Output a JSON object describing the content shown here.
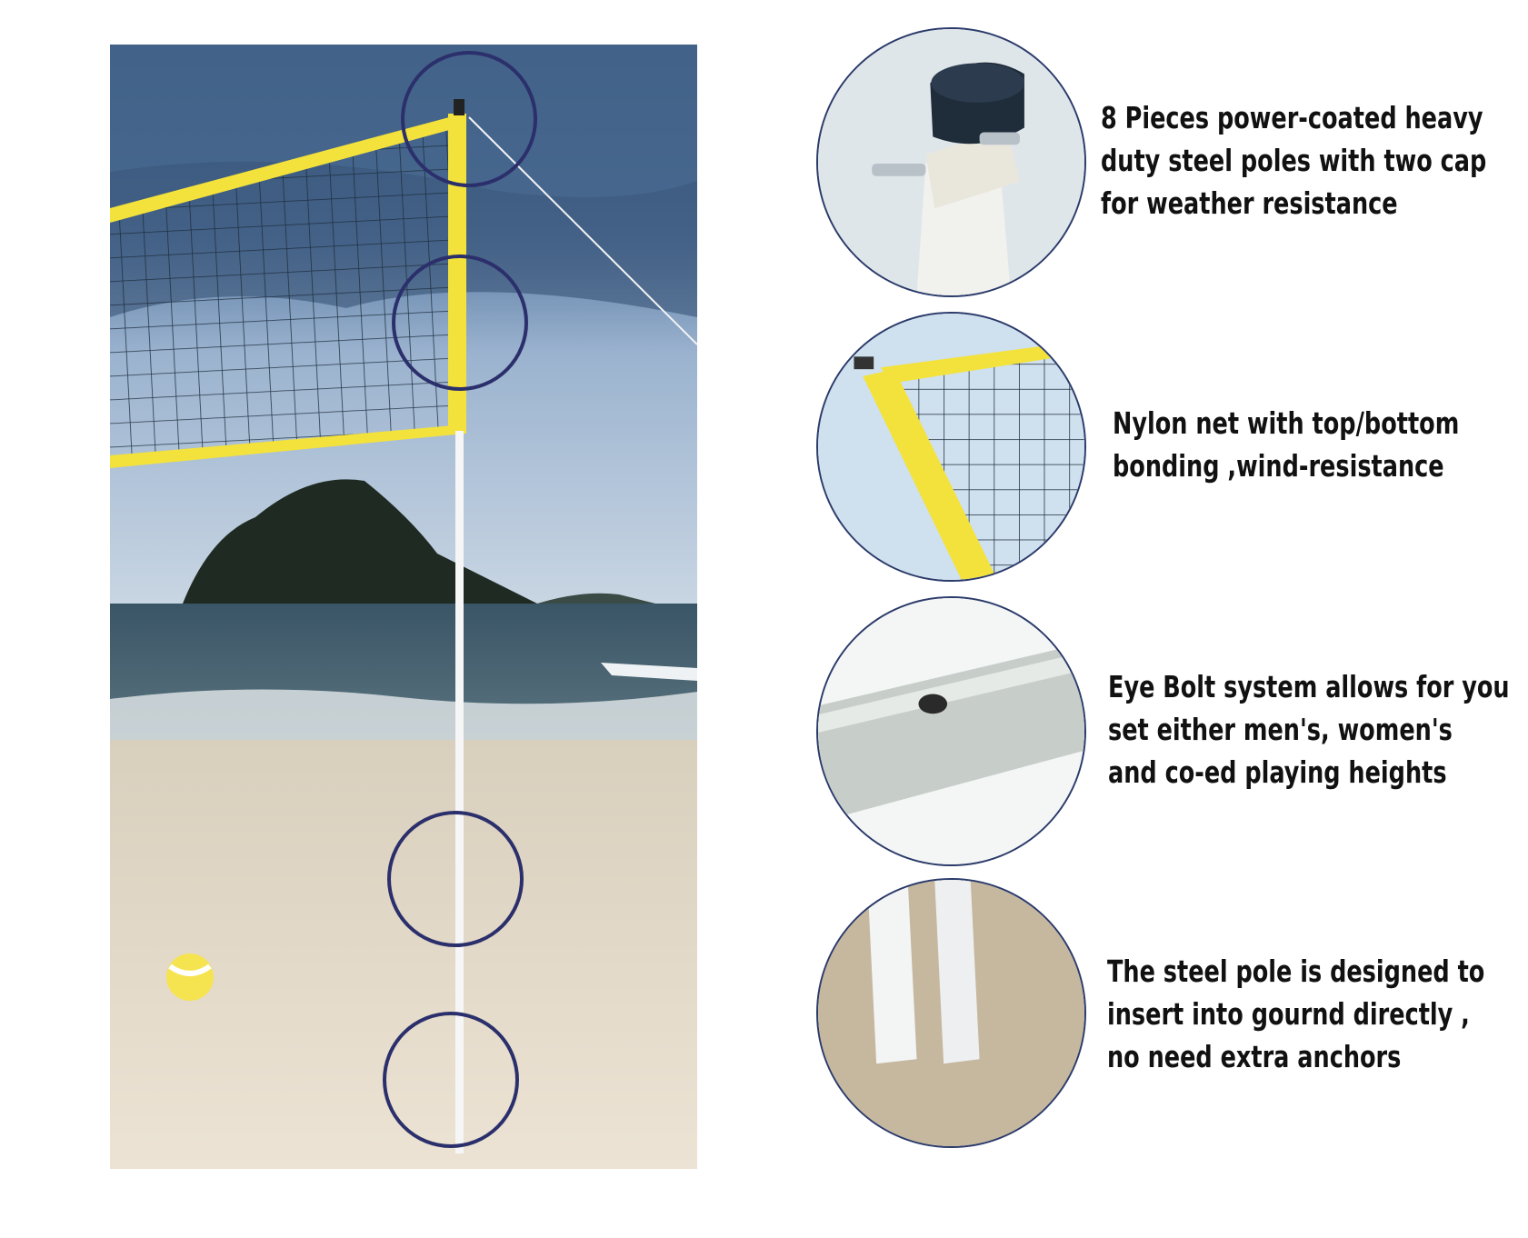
{
  "features": [
    {
      "id": "poles",
      "caption": "8 Pieces power-coated heavy\nduty steel poles with two cap\nfor weather resistance"
    },
    {
      "id": "net",
      "caption": "Nylon net with top/bottom\nbonding ,wind-resistance"
    },
    {
      "id": "eye-bolt",
      "caption": "Eye Bolt system allows for you\nset either men's, women's\nand co-ed playing heights"
    },
    {
      "id": "ground-insert",
      "caption": "The steel pole is designed to\ninsert into gournd directly ,\nno need extra anchors"
    }
  ],
  "colors": {
    "highlight_circle": "#2b2f6b",
    "net_band": "#f3e23b",
    "sky": "#6f8fb5",
    "sand": "#e6dccb"
  }
}
